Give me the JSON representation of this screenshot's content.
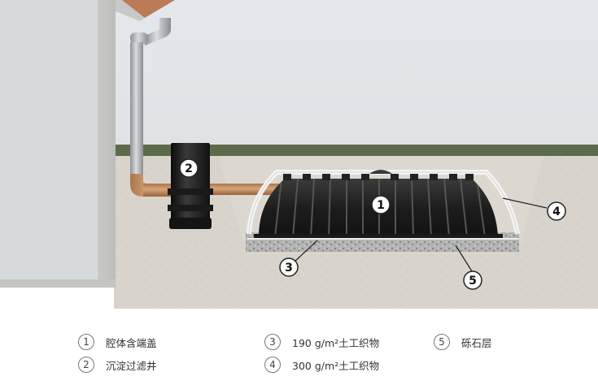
{
  "callouts": [
    {
      "num": "1"
    },
    {
      "num": "2"
    },
    {
      "num": "3"
    },
    {
      "num": "4"
    },
    {
      "num": "5"
    }
  ],
  "legend": [
    {
      "num": "1",
      "text": "腔体含端盖"
    },
    {
      "num": "2",
      "text": "沉淀过滤井"
    },
    {
      "num": "3",
      "text": "190 g/m²土工织物"
    },
    {
      "num": "4",
      "text": "300 g/m²土工织物"
    },
    {
      "num": "5",
      "text": "砾石层"
    }
  ]
}
